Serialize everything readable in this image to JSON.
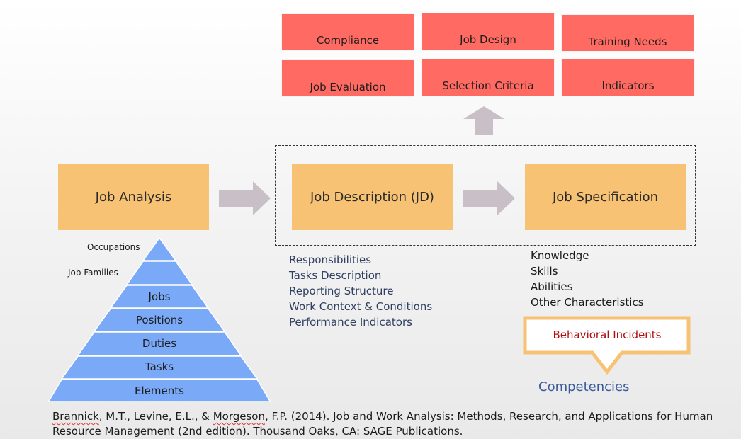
{
  "outcomes": [
    "Compliance",
    "Job Design",
    "Training Needs",
    "Job Evaluation",
    "Selection Criteria",
    "Indicators"
  ],
  "flow": {
    "analysis": "Job Analysis",
    "description": "Job Description (JD)",
    "specification": "Job Specification"
  },
  "pyramid": {
    "top_labels": [
      "Occupations",
      "Job Families"
    ],
    "levels": [
      "Jobs",
      "Positions",
      "Duties",
      "Tasks",
      "Elements"
    ]
  },
  "jd_items": [
    "Responsibilities",
    "Tasks Description",
    "Reporting Structure",
    "Work Context & Conditions",
    "Performance Indicators"
  ],
  "spec_items": [
    "Knowledge",
    "Skills",
    "Abilities",
    "Other Characteristics"
  ],
  "behavioral": "Behavioral Incidents",
  "competencies": "Competencies",
  "citation": {
    "author1": "Brannick",
    "part1": ", M.T., Levine, E.L., & ",
    "author2": "Morgeson",
    "part2": ", F.P. (2014). Job and Work Analysis: Methods, Research, and Applications for Human",
    "line2": "Resource Management (2nd edition). Thousand Oaks, CA: SAGE Publications."
  },
  "colors": {
    "outcome_box": "#ff6b63",
    "flow_box": "#f7c274",
    "pyramid": "#7aa9f7",
    "arrow": "#c9bfc6",
    "behavioral_border": "#f7c274",
    "behavioral_text": "#b00d0d",
    "competencies_text": "#3a5a9a"
  }
}
